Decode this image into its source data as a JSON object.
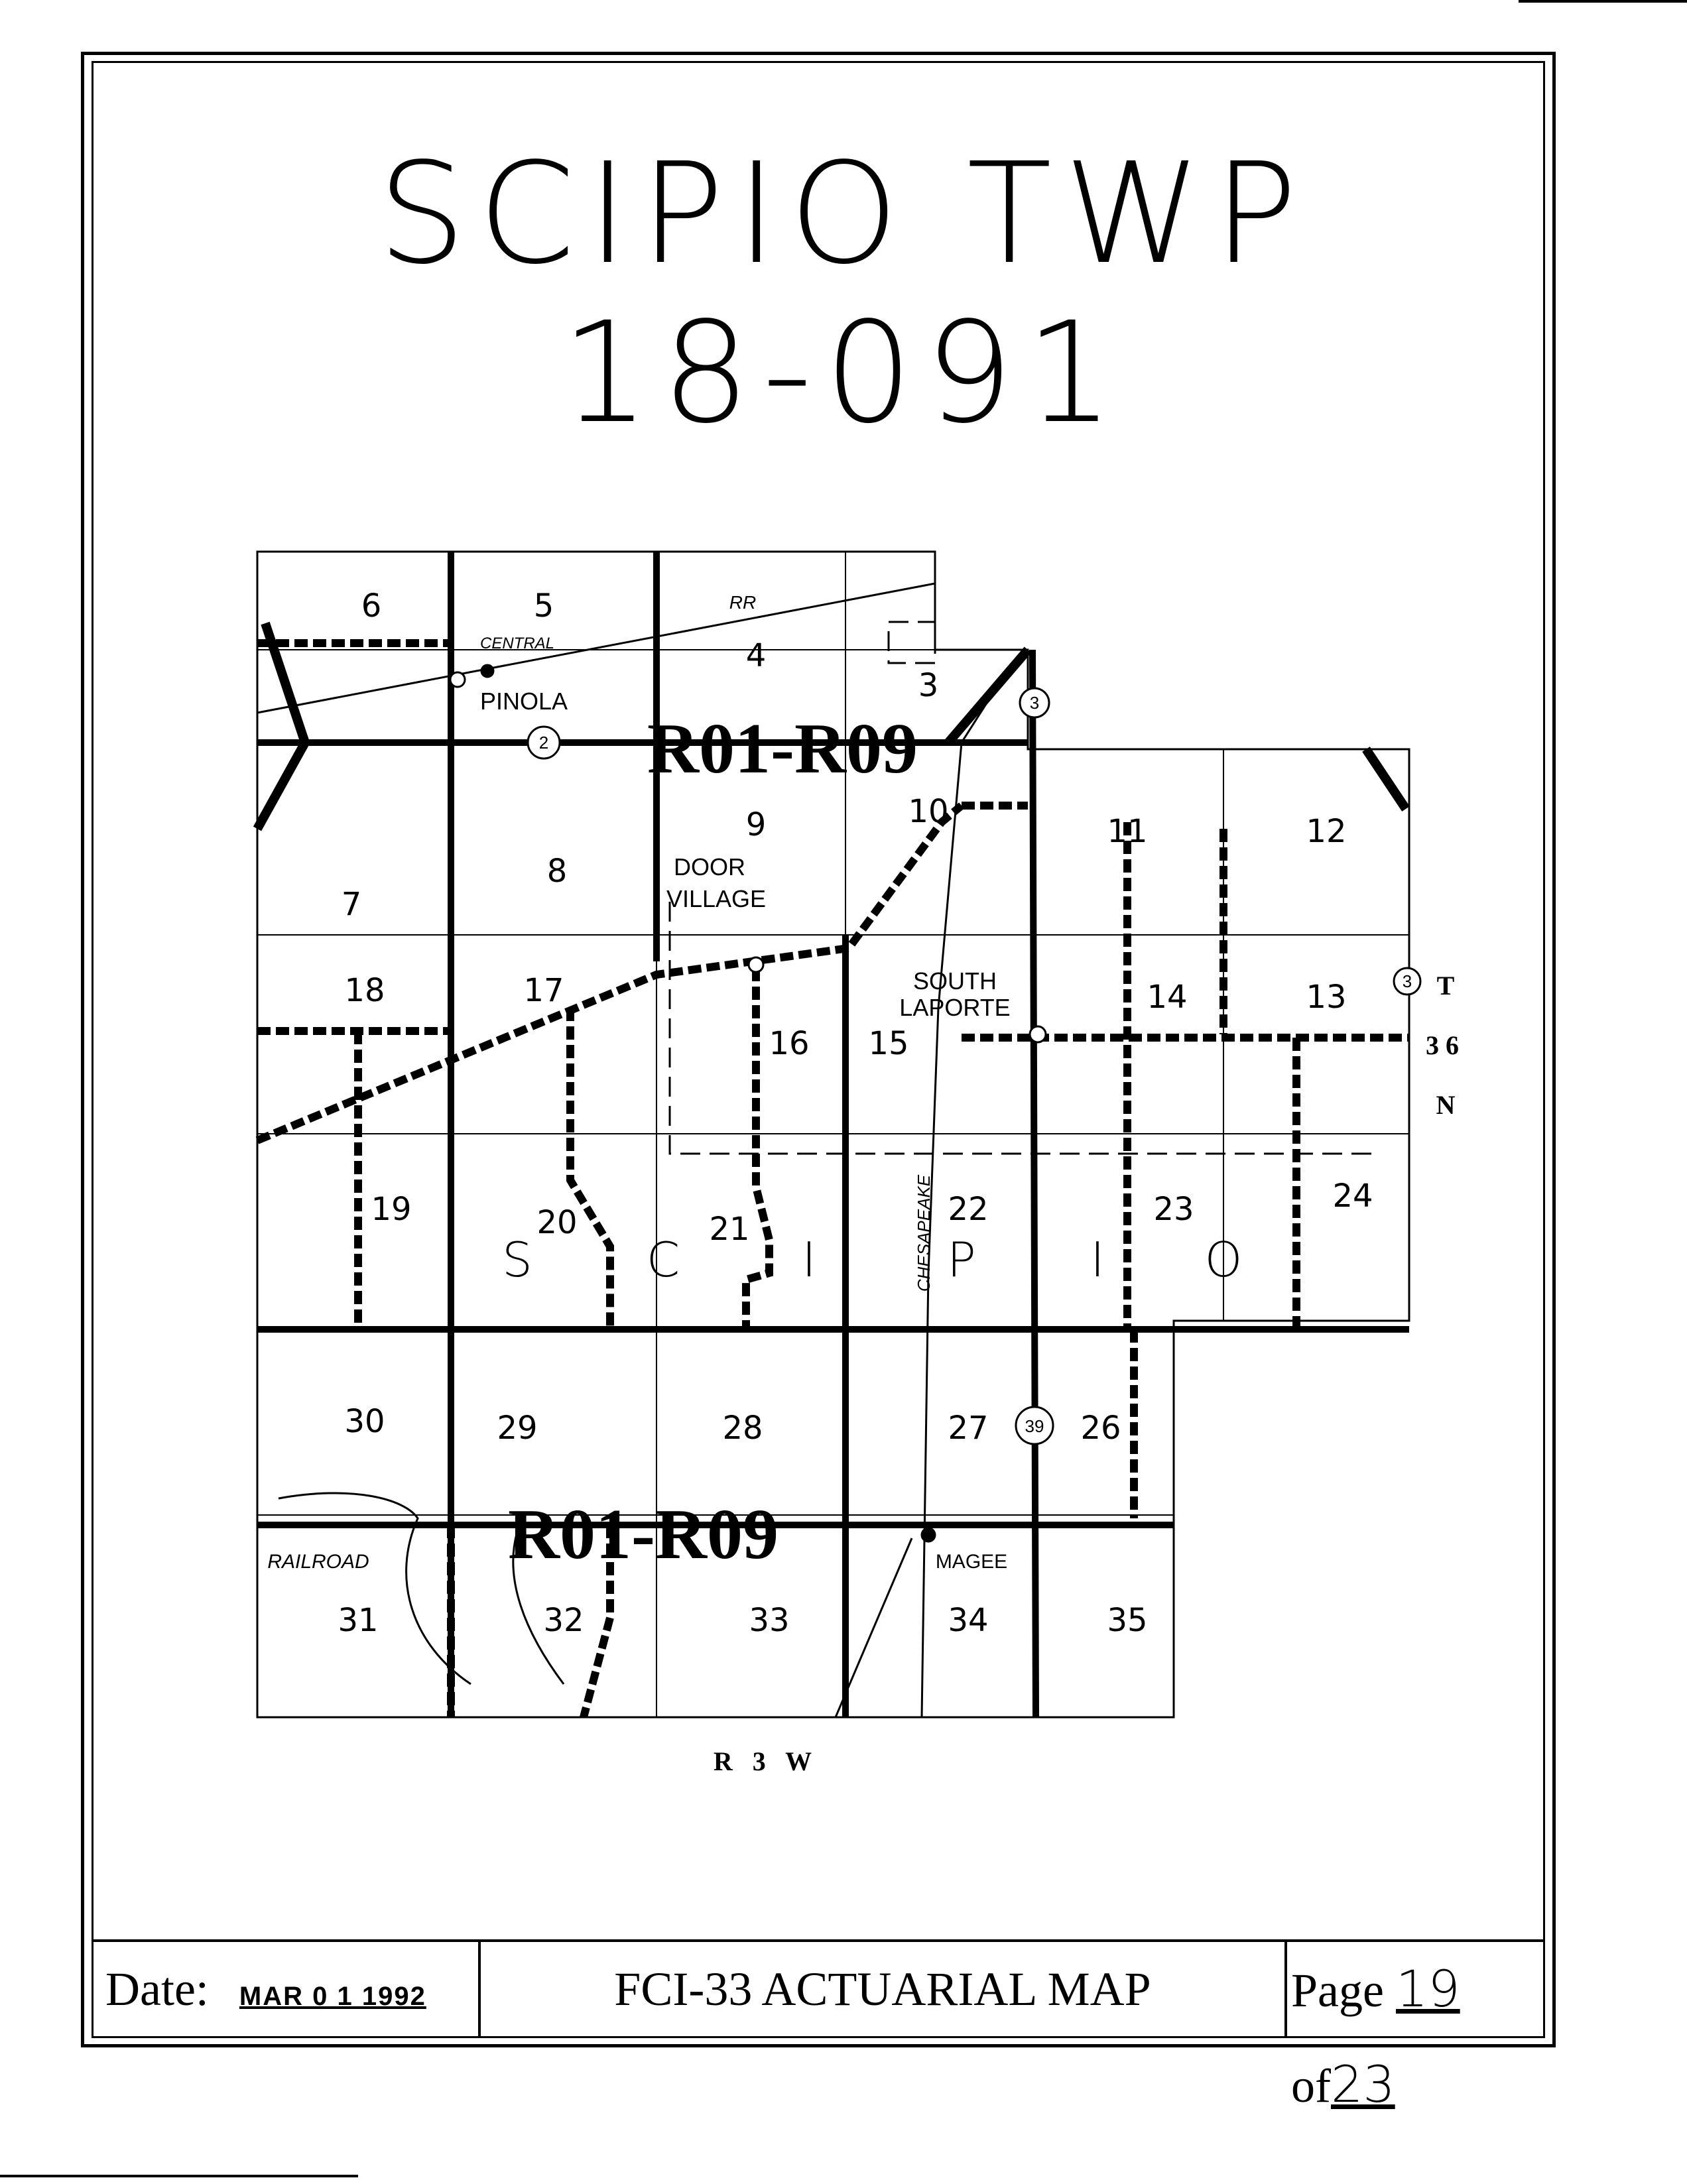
{
  "title": {
    "line1": "SCIPIO TWP",
    "line2": "18-091"
  },
  "map": {
    "overlay_label": "R01-R09",
    "sections": [
      "6",
      "5",
      "4",
      "3",
      "9",
      "10",
      "11",
      "12",
      "7",
      "8",
      "18",
      "17",
      "16",
      "15",
      "14",
      "13",
      "19",
      "20",
      "21",
      "22",
      "23",
      "24",
      "30",
      "29",
      "28",
      "27",
      "26",
      "31",
      "32",
      "33",
      "34",
      "35"
    ],
    "township_letters": [
      "S",
      "C",
      "I",
      "P",
      "I",
      "O"
    ],
    "places": {
      "pinola": "PINOLA",
      "door": "DOOR",
      "village": "VILLAGE",
      "south": "SOUTH",
      "laporte": "LAPORTE",
      "magee": "MAGEE",
      "railroad": "RAILROAD",
      "rr": "RR",
      "central": "CENTRAL",
      "chesapeake": "CHESAPEAKE"
    },
    "route_markers": [
      "2",
      "3",
      "39",
      "3"
    ],
    "township_margin": {
      "t": "T",
      "n36": "3 6",
      "n": "N"
    },
    "range_label": "R   3   W"
  },
  "footer": {
    "date_label": "Date:",
    "date_value": "MAR 0 1 1992",
    "map_title": "FCI-33 ACTUARIAL MAP",
    "page_label": "Page",
    "page_number": "19",
    "of_label": "of",
    "page_total": "23"
  }
}
